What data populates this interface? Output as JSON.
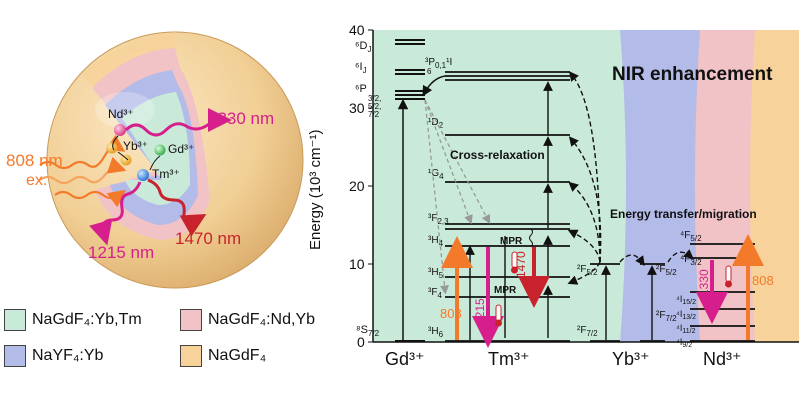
{
  "colors": {
    "core_green": "#c9ead9",
    "shell_blue": "#b3bbe8",
    "shell_pink": "#f1c3c6",
    "shell_orange": "#f7d39b",
    "orange_arrow": "#f47a2b",
    "magenta_arrow": "#d61f8c",
    "red_arrow": "#c8232c"
  },
  "nanoparticle": {
    "excitation_label": "808 nm",
    "excitation_sub": "ex.",
    "ion_nd": "Nd³⁺",
    "ion_yb": "Yb³⁺",
    "ion_gd": "Gd³⁺",
    "ion_tm": "Tm³⁺",
    "emission_1330": "1330 nm",
    "emission_1215": "1215 nm",
    "emission_1470": "1470 nm"
  },
  "legend": [
    {
      "label": "NaGdF₄:Yb,Tm",
      "color": "#c9ead9"
    },
    {
      "label": "NaGdF₄:Nd,Yb",
      "color": "#f1c3c6"
    },
    {
      "label": "NaYF₄:Yb",
      "color": "#b3bbe8"
    },
    {
      "label": "NaGdF₄",
      "color": "#f7d39b"
    }
  ],
  "energy_diagram": {
    "title": "NIR enhancement",
    "ylabel": "Energy (10³ cm⁻¹)",
    "yticks": [
      "0",
      "10",
      "20",
      "30",
      "40"
    ],
    "ions": [
      "Gd³⁺",
      "Tm³⁺",
      "Yb³⁺",
      "Nd³⁺"
    ],
    "annotations": {
      "cross_relaxation": "Cross-relaxation",
      "energy_transfer": "Energy transfer/migration",
      "mpr": "MPR"
    },
    "gd_levels": [
      "⁶D",
      "J",
      "⁶I",
      "J",
      "⁶P",
      "3/2,",
      "5/2,",
      "7/2",
      "⁸S",
      "7/2"
    ],
    "tm_levels": [
      "³P",
      "0,1",
      "¹I",
      "6",
      "¹D",
      "2",
      "¹G",
      "4",
      "³F",
      "2,3",
      "³H",
      "4",
      "³H",
      "5",
      "³F",
      "4",
      "³H",
      "6"
    ],
    "yb_levels": [
      "²F",
      "5/2",
      "²F",
      "7/2",
      "²F",
      "5/2",
      "²F",
      "7/2"
    ],
    "nd_levels": [
      "⁴F",
      "5/2",
      "⁴F",
      "3/2",
      "⁴I",
      "15/2",
      "⁴I",
      "13/2",
      "⁴I",
      "11/2",
      "⁴I",
      "9/2"
    ],
    "transition_labels": {
      "t808_tm": "808",
      "t1215": "1215",
      "t1470": "1470",
      "t1330": "1330",
      "t808_nd": "808"
    }
  }
}
